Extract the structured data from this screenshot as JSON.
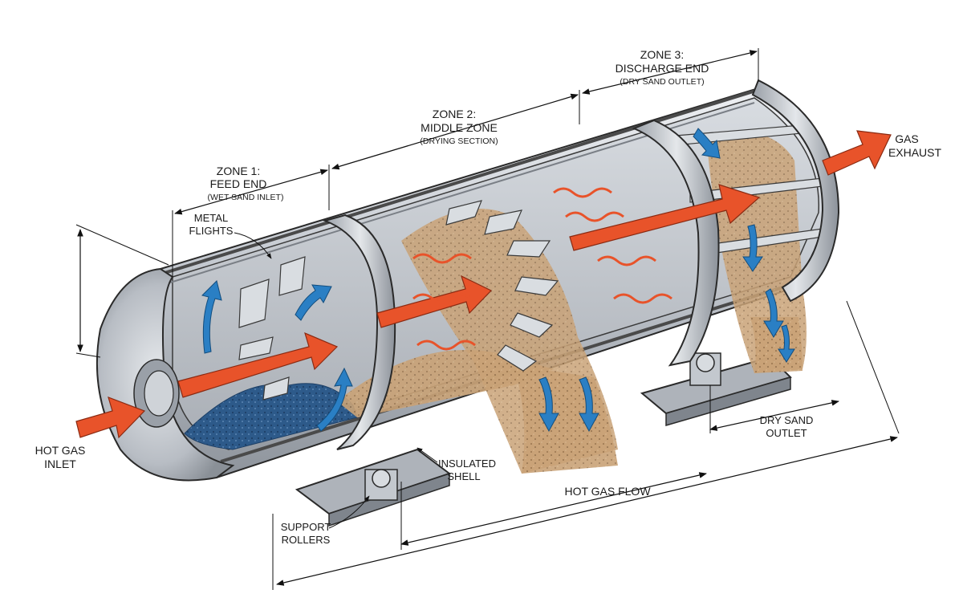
{
  "zones": {
    "zone1": {
      "title": "ZONE 1:",
      "name": "FEED END",
      "detail": "(WET SAND INLET)"
    },
    "zone2": {
      "title": "ZONE 2:",
      "name": "MIDDLE ZONE",
      "detail": "(DRYING SECTION)"
    },
    "zone3": {
      "title": "ZONE 3:",
      "name": "DISCHARGE END",
      "detail": "(DRY SAND OUTLET)"
    }
  },
  "callouts": {
    "metal_flights": [
      "METAL",
      "FLIGHTS"
    ],
    "insulated_shell": [
      "INSULATED",
      "SHELL"
    ],
    "support_rollers": [
      "SUPPORT",
      "ROLLERS"
    ],
    "dry_sand_outlet": [
      "DRY SAND",
      "OUTLET"
    ],
    "hot_gas_inlet": [
      "HOT GAS",
      "INLET"
    ],
    "gas_exhaust": [
      "GAS",
      "EXHAUST"
    ],
    "hot_gas_flow": "HOT GAS FLOW"
  },
  "colors": {
    "gas_arrow": "#e8532a",
    "airflow_arrow": "#2a7fc4",
    "wet_sand": "#2d5a8a",
    "dry_sand": "#c9a276",
    "steel": "#b9bec5"
  }
}
